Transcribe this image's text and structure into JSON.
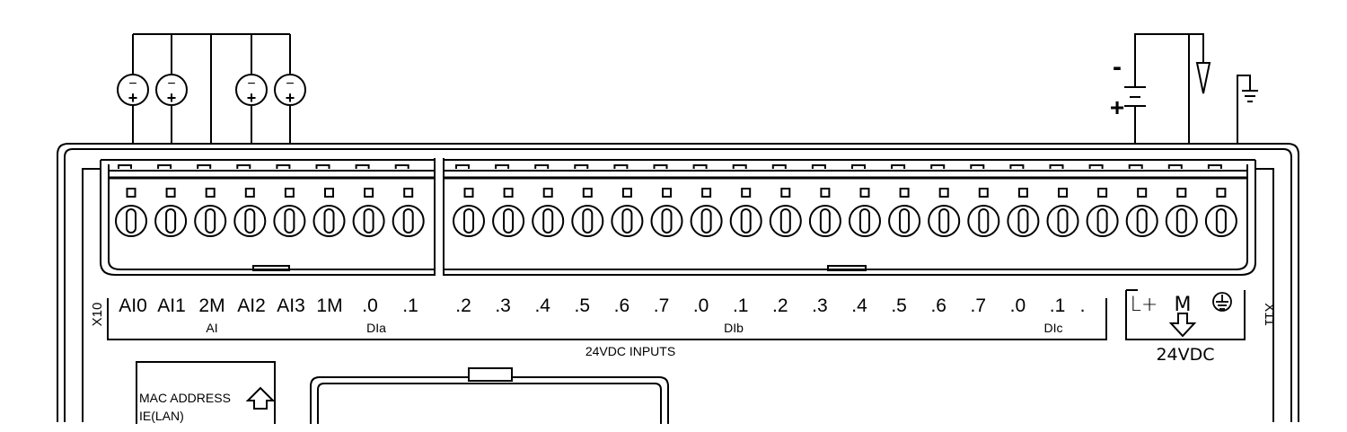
{
  "connector_labels": {
    "left": "X10",
    "right": "X11"
  },
  "terminals": [
    "AI0",
    "AI1",
    "2M",
    "AI2",
    "AI3",
    "1M",
    ".0",
    ".1",
    ".2",
    ".3",
    ".4",
    ".5",
    ".6",
    ".7",
    ".0",
    ".1",
    ".2",
    ".3",
    ".4",
    ".5",
    ".6",
    ".7",
    ".0",
    ".1",
    "."
  ],
  "power_terminals": [
    "L+",
    "M"
  ],
  "group_labels": {
    "ai": "AI",
    "dia": "DIa",
    "dib": "DIb",
    "dic": "DIc"
  },
  "inputs_label": "24VDC INPUTS",
  "power_label": "24VDC",
  "battery_signs": {
    "minus": "-",
    "plus": "+"
  },
  "source_signs": {
    "minus": "−",
    "plus": "+"
  },
  "mac_label": "MAC ADDRESS",
  "lan_label": "IE(LAN)",
  "icons": {
    "source": "current-source-icon",
    "ground": "ground-icon",
    "signal": "arrow-down-icon",
    "battery": "battery-icon",
    "pe": "protective-earth-icon",
    "up": "arrow-up-icon"
  }
}
